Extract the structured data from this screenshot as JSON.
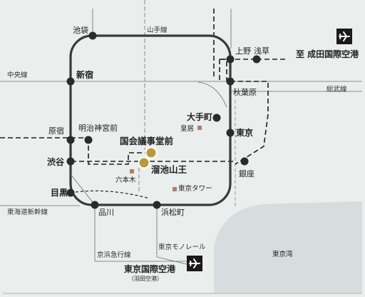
{
  "colors": {
    "background": "#eaeeec",
    "bay": "#d7dcde",
    "loop": "#3a3a3a",
    "station": "#2b2b2b",
    "spot": "#a9816f",
    "featured": "#b89a3e",
    "thin_line": "#6c6c6c",
    "dashed_line": "#1e1e1e",
    "dotted_line": "#9a9a9a"
  },
  "lines": {
    "yamanote": "山手線",
    "chuo": "中央線",
    "sobu": "総武線",
    "tokaido_shinkansen": "東海道新幹線",
    "keikyu": "京浜急行線",
    "monorail": "東京モノレール"
  },
  "stations": {
    "ikebukuro": "池袋",
    "shinjuku": "新宿",
    "harajuku": "原宿",
    "meiji_jingumae": "明治神宮前",
    "shibuya": "渋谷",
    "meguro": "目黒",
    "shinagawa": "品川",
    "hamamatsucho": "浜松町",
    "ueno": "上野",
    "asakusa": "浅草",
    "akihabara": "秋葉原",
    "otemachi": "大手町",
    "tokyo": "東京",
    "ginza": "銀座",
    "kokkai_gijidomae": "国会議事堂前",
    "tameike_sanno": "溜池山王"
  },
  "landmarks": {
    "kokyo": "皇居",
    "roppongi": "六本木",
    "tokyo_tower": "東京タワー",
    "tokyo_bay": "東京湾"
  },
  "airports": {
    "narita": "至 成田国際空港",
    "haneda": "東京国際空港",
    "haneda_sub": "（羽田空港）"
  },
  "icons": {
    "narita": "airplane-icon",
    "haneda": "airplane-icon"
  }
}
